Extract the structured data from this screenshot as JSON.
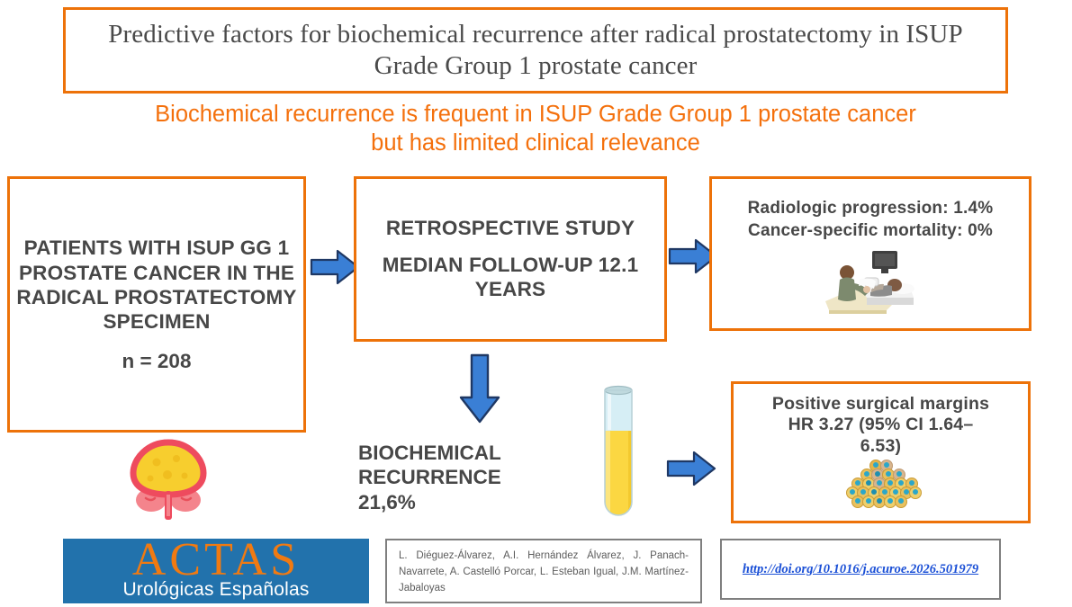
{
  "colors": {
    "orange": "#ED7209",
    "subtitle_orange": "#F4700C",
    "text_gray": "#474747",
    "arrow_blue": "#3A7FD5",
    "arrow_outline": "#1F3864",
    "logo_blue": "#2272AC",
    "logo_orange": "#F07A12",
    "link_blue": "#1a4fd6",
    "footer_border_gray": "#7f7f7f"
  },
  "title": {
    "text": "Predictive factors for biochemical recurrence after radical prostatectomy in ISUP Grade Group 1 prostate cancer"
  },
  "subtitle": {
    "line1": "Biochemical recurrence is frequent in ISUP Grade Group 1 prostate cancer",
    "line2": "but has limited clinical relevance"
  },
  "boxes": {
    "patients": {
      "heading": "PATIENTS WITH ISUP GG 1 PROSTATE CANCER IN THE RADICAL PROSTATECTOMY SPECIMEN",
      "n_label": "n = 208"
    },
    "study": {
      "line1": "RETROSPECTIVE STUDY",
      "line2": "MEDIAN FOLLOW-UP 12.1 YEARS"
    },
    "outcomes": {
      "line1": "Radiologic progression: 1.4%",
      "line2": "Cancer-specific mortality: 0%",
      "icon": "ultrasound-exam-illustration"
    },
    "margins": {
      "line1": "Positive surgical margins",
      "line2": "HR 3.27 (95% CI 1.64–6.53)",
      "icon": "tumor-cell-cluster-illustration"
    }
  },
  "recurrence": {
    "line1": "BIOCHEMICAL",
    "line2": "RECURRENCE",
    "value": "21,6%",
    "icon": "test-tube-icon"
  },
  "icons": {
    "prostate": "prostate-anatomy-icon",
    "arrow_right_1": "arrow-right-icon",
    "arrow_right_2": "arrow-right-icon",
    "arrow_right_3": "arrow-right-icon",
    "arrow_down": "arrow-down-icon"
  },
  "footer": {
    "logo": {
      "name": "ACTAS",
      "subtitle": "Urológicas Españolas"
    },
    "authors": "L. Diéguez-Álvarez, A.I. Hernández Álvarez, J. Panach-Navarrete, A. Castelló Porcar, L. Esteban Igual, J.M. Martínez-Jabaloyas",
    "doi": "http://doi.org/10.1016/j.acuroe.2026.501979"
  }
}
